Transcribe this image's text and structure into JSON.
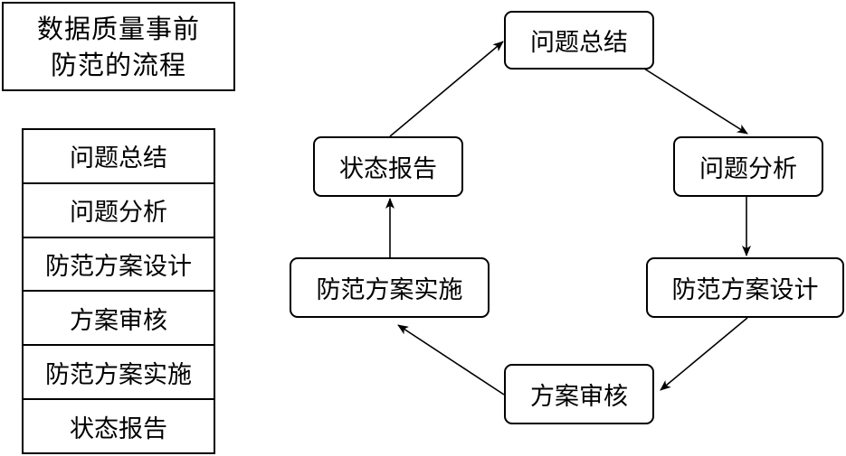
{
  "title": "数据质量事前\n防范的流程",
  "steps": [
    "问题总结",
    "问题分析",
    "防范方案设计",
    "方案审核",
    "防范方案实施",
    "状态报告"
  ],
  "cycle": {
    "nodes": {
      "summary": "问题总结",
      "analysis": "问题分析",
      "design": "防范方案设计",
      "review": "方案审核",
      "implement": "防范方案实施",
      "report": "状态报告"
    },
    "flow": [
      "summary",
      "analysis",
      "design",
      "review",
      "implement",
      "report",
      "summary"
    ]
  },
  "colors": {
    "line": "#000000",
    "background": "#ffffff"
  }
}
